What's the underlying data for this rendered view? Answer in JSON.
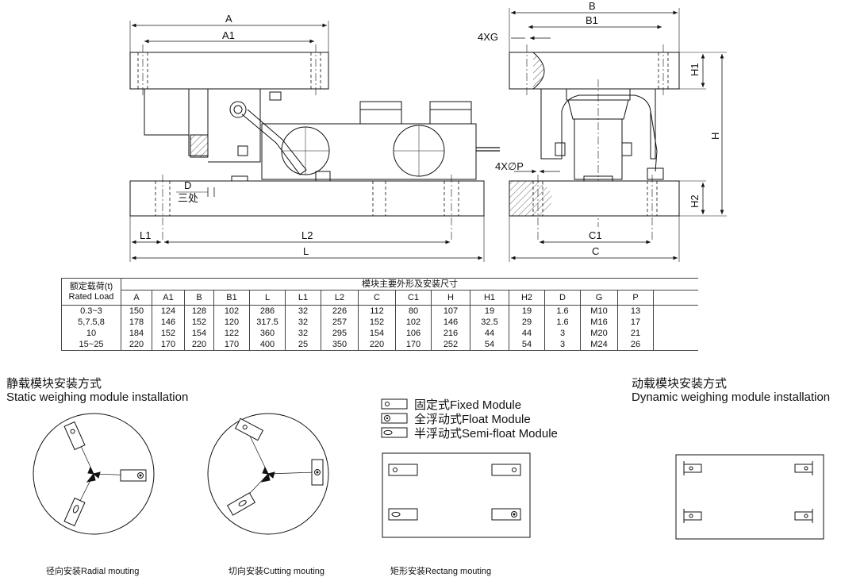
{
  "drawing": {
    "front_view_labels": {
      "A": "A",
      "A1": "A1",
      "D": "D",
      "D_note": "三处",
      "L1": "L1",
      "L2": "L2",
      "L": "L"
    },
    "side_view_labels": {
      "B": "B",
      "B1": "B1",
      "bolt": "4XG",
      "hole": "4X∅P",
      "H1": "H1",
      "H": "H",
      "H2": "H2",
      "C1": "C1",
      "C": "C"
    }
  },
  "table": {
    "load_header_cn": "额定载荷(t)",
    "load_header_en": "Rated Load",
    "group_header": "模块主要外形及安装尺寸",
    "columns": [
      "A",
      "A1",
      "B",
      "B1",
      "L",
      "L1",
      "L2",
      "C",
      "C1",
      "H",
      "H1",
      "H2",
      "D",
      "G",
      "P"
    ],
    "rows": [
      {
        "load": "0.3~3",
        "values": [
          "150",
          "124",
          "128",
          "102",
          "286",
          "32",
          "226",
          "112",
          "80",
          "107",
          "19",
          "19",
          "1.6",
          "M10",
          "13"
        ]
      },
      {
        "load": "5,7.5,8",
        "values": [
          "178",
          "146",
          "152",
          "120",
          "317.5",
          "32",
          "257",
          "152",
          "102",
          "146",
          "32.5",
          "29",
          "1.6",
          "M16",
          "17"
        ]
      },
      {
        "load": "10",
        "values": [
          "184",
          "152",
          "154",
          "122",
          "360",
          "32",
          "295",
          "154",
          "106",
          "216",
          "44",
          "44",
          "3",
          "M20",
          "21"
        ]
      },
      {
        "load": "15~25",
        "values": [
          "220",
          "170",
          "220",
          "170",
          "400",
          "25",
          "350",
          "220",
          "170",
          "252",
          "54",
          "54",
          "3",
          "M24",
          "26"
        ]
      }
    ]
  },
  "static_section": {
    "title_cn": "静载模块安装方式",
    "title_en": "Static weighing module installation"
  },
  "dynamic_section": {
    "title_cn": "动载模块安装方式",
    "title_en": "Dynamic weighing module installation"
  },
  "legend": [
    {
      "icon": "fixed-module-icon",
      "label": "固定式Fixed Module"
    },
    {
      "icon": "float-module-icon",
      "label": "全浮动式Float Module"
    },
    {
      "icon": "semi-float-module-icon",
      "label": "半浮动式Semi-float  Module"
    }
  ],
  "captions": {
    "radial": "径向安装Radial mouting",
    "cutting": "切向安装Cutting mouting",
    "rectang": "矩形安装Rectang mouting"
  }
}
